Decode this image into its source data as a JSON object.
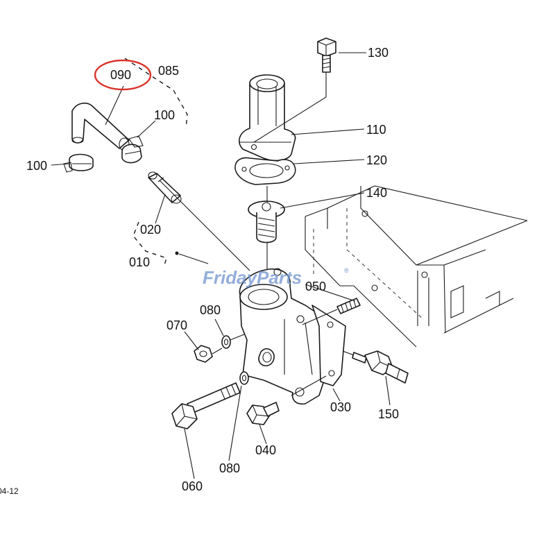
{
  "callouts": {
    "p130": "130",
    "p110": "110",
    "p120": "120",
    "p140": "140",
    "p050": "050",
    "p090": "090",
    "p085": "085",
    "p100a": "100",
    "p100b": "100",
    "p020": "020",
    "p010": "010",
    "p080a": "080",
    "p070": "070",
    "p030": "030",
    "p150": "150",
    "p040": "040",
    "p080b": "080",
    "p060": "060"
  },
  "page_ref": "04-12",
  "watermark": {
    "text": "FridayParts",
    "trademark": "®"
  },
  "highlight": {
    "part": "090",
    "color": "#d9342b"
  }
}
